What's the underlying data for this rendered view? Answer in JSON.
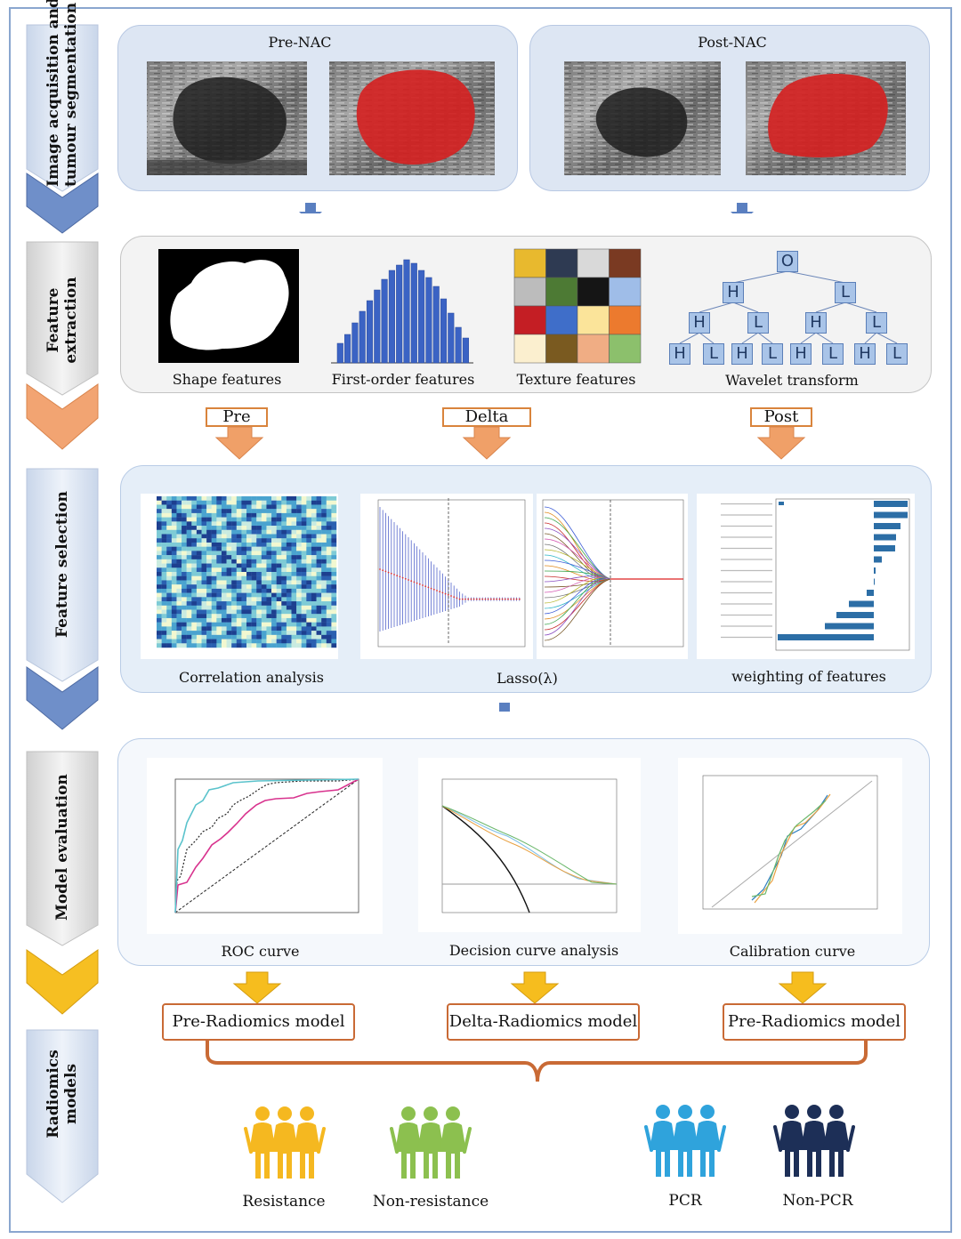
{
  "stages": [
    {
      "label_lines": [
        "Image acquisition and",
        "tumour segmentation"
      ]
    },
    {
      "label_lines": [
        "Feature",
        "extraction"
      ]
    },
    {
      "label_lines": [
        "Feature selection"
      ]
    },
    {
      "label_lines": [
        "Model evaluation"
      ]
    },
    {
      "label_lines": [
        "Radiomics",
        "models"
      ]
    }
  ],
  "acquisition": {
    "pre_title": "Pre-NAC",
    "post_title": "Post-NAC"
  },
  "extraction": {
    "shape": "Shape features",
    "first_order": "First-order features",
    "texture": "Texture features",
    "wavelet": "Wavelet  transform",
    "tree": {
      "root": "O",
      "level1": [
        "H",
        "L"
      ],
      "level2": [
        "H",
        "L",
        "H",
        "L"
      ],
      "level3": [
        "H",
        "L",
        "H",
        "L",
        "H",
        "L",
        "H",
        "L"
      ]
    }
  },
  "branches": [
    "Pre",
    "Delta",
    "Post"
  ],
  "selection": {
    "correlation": "Correlation analysis",
    "lasso": "Lasso(λ)",
    "weighting": "weighting of features"
  },
  "evaluation": {
    "roc": "ROC curve",
    "dca": "Decision curve analysis",
    "calibration": "Calibration curve"
  },
  "models": [
    "Pre-Radiomics  model",
    "Delta-Radiomics model",
    "Pre-Radiomics model"
  ],
  "outcomes": [
    {
      "label": "Resistance",
      "color": "#f5b820"
    },
    {
      "label": "Non-resistance",
      "color": "#8cc04f"
    },
    {
      "label": "PCR",
      "color": "#2fa3dc"
    },
    {
      "label": "Non-PCR",
      "color": "#1d2f57"
    }
  ],
  "colors": {
    "blue_arrow": "#5a7fc0",
    "orange_arrow": "#f0a068",
    "yellow_arrow": "#f6bd1e",
    "mask_red": "#d42222"
  }
}
